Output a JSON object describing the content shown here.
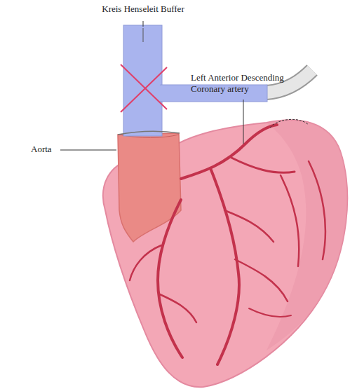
{
  "diagram": {
    "labels": [
      "Kreis Henseleit Buffer",
      "Left Anterior Descending Coronary artery",
      "Aorta"
    ]
  }
}
